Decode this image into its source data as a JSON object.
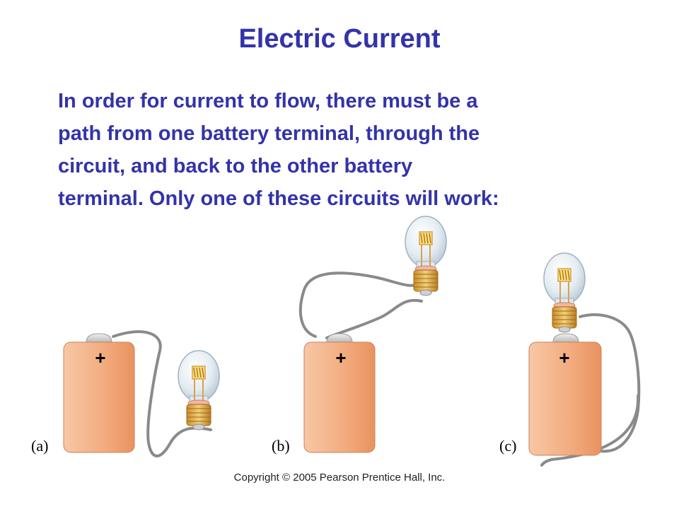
{
  "slide": {
    "title": "Electric Current",
    "body_lines": [
      "In order for current to flow, there must be a",
      "path from one battery terminal, through the",
      "circuit, and back to the other battery",
      "terminal. Only one of these circuits will work:"
    ],
    "copyright": "Copyright © 2005 Pearson Prentice Hall, Inc."
  },
  "circuits": [
    {
      "label": "(a)",
      "terminal_sign": "+"
    },
    {
      "label": "(b)",
      "terminal_sign": "+"
    },
    {
      "label": "(c)",
      "terminal_sign": "+"
    }
  ],
  "colors": {
    "text": "#3333aa",
    "battery": "#f4b992",
    "wire": "#8a8a8a",
    "bulb_glass": "#dde7ef",
    "bulb_base": "#e0b04a"
  }
}
